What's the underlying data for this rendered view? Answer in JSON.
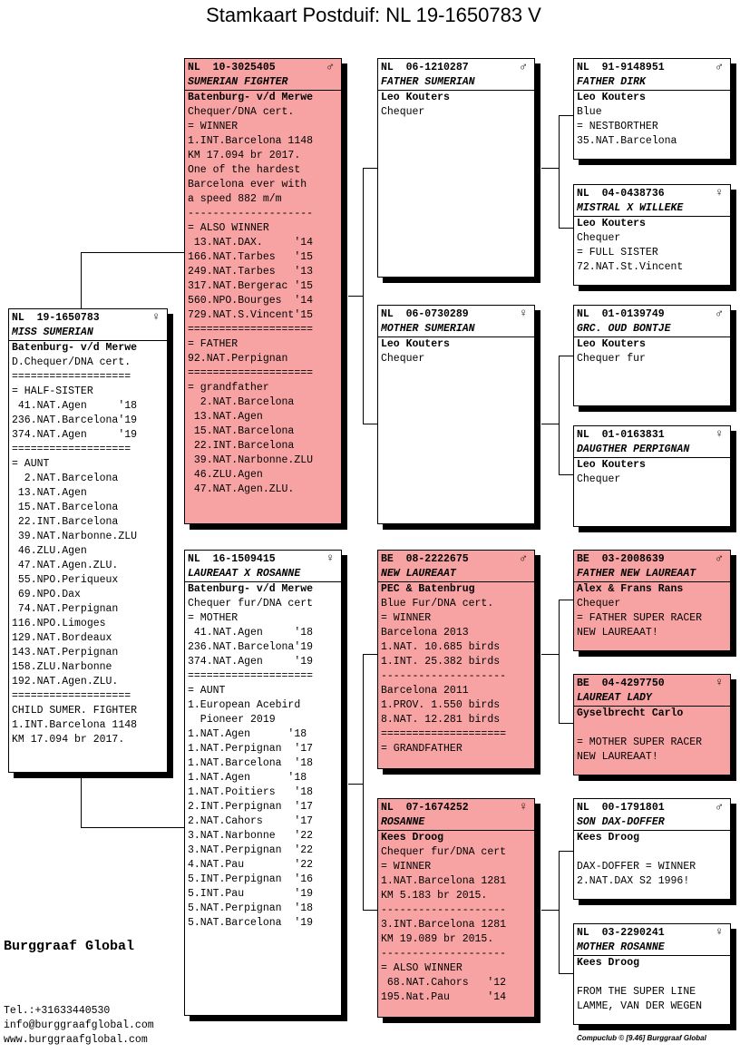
{
  "page": {
    "title": "Stamkaart Postduif: NL  19-1650783 V"
  },
  "pigeons": {
    "subject": {
      "ring": "NL  19-1650783",
      "sex": "♀",
      "name": "MISS SUMERIAN",
      "owner": "Batenburg- v/d Merwe",
      "lines": [
        "D.Chequer/DNA cert.",
        "===================",
        "= HALF-SISTER",
        " 41.NAT.Agen     '18",
        "236.NAT.Barcelona'19",
        "374.NAT.Agen     '19",
        "===================",
        "= AUNT",
        "  2.NAT.Barcelona",
        " 13.NAT.Agen",
        " 15.NAT.Barcelona",
        " 22.INT.Barcelona",
        " 39.NAT.Narbonne.ZLU",
        " 46.ZLU.Agen",
        " 47.NAT.Agen.ZLU.",
        " 55.NPO.Periqueux",
        " 69.NPO.Dax",
        " 74.NAT.Perpignan",
        "116.NPO.Limoges",
        "129.NAT.Bordeaux",
        "143.NAT.Perpignan",
        "158.ZLU.Narbonne",
        "192.NAT.Agen.ZLU.",
        "===================",
        "CHILD SUMER. FIGHTER",
        "1.INT.Barcelona 1148",
        "KM 17.094 br 2017."
      ]
    },
    "father": {
      "ring": "NL  10-3025405",
      "sex": "♂",
      "name": "SUMERIAN FIGHTER",
      "owner": "Batenburg- v/d Merwe",
      "lines": [
        "Chequer/DNA cert.",
        "= WINNER",
        "1.INT.Barcelona 1148",
        "KM 17.094 br 2017.",
        "One of the hardest",
        "Barcelona ever with",
        "a speed 882 m/m",
        "--------------------",
        "= ALSO WINNER",
        " 13.NAT.DAX.     '14",
        "166.NAT.Tarbes   '15",
        "249.NAT.Tarbes   '13",
        "317.NAT.Bergerac '15",
        "560.NPO.Bourges  '14",
        "729.NAT.S.Vincent'15",
        "====================",
        "= FATHER",
        "92.NAT.Perpignan",
        "====================",
        "= grandfather",
        "  2.NAT.Barcelona",
        " 13.NAT.Agen",
        " 15.NAT.Barcelona",
        " 22.INT.Barcelona",
        " 39.NAT.Narbonne.ZLU",
        " 46.ZLU.Agen",
        " 47.NAT.Agen.ZLU."
      ]
    },
    "mother": {
      "ring": "NL  16-1509415",
      "sex": "♀",
      "name": "LAUREAAT X ROSANNE",
      "owner": "Batenburg- v/d Merwe",
      "lines": [
        "Chequer fur/DNA cert",
        "= MOTHER",
        " 41.NAT.Agen     '18",
        "236.NAT.Barcelona'19",
        "374.NAT.Agen     '19",
        "====================",
        "= AUNT",
        "1.European Acebird",
        "  Pioneer 2019",
        "1.NAT.Agen      '18",
        "1.NAT.Perpignan  '17",
        "1.NAT.Barcelona  '18",
        "1.NAT.Agen      '18",
        "1.NAT.Poitiers   '18",
        "2.INT.Perpignan  '17",
        "2.NAT.Cahors     '17",
        "3.NAT.Narbonne   '22",
        "3.NAT.Perpignan  '22",
        "4.NAT.Pau        '22",
        "5.INT.Perpignan  '16",
        "5.INT.Pau        '19",
        "5.NAT.Perpignan  '18",
        "5.NAT.Barcelona  '19"
      ]
    },
    "ff": {
      "ring": "NL  06-1210287",
      "sex": "♂",
      "name": "FATHER SUMERIAN",
      "owner": "Leo Kouters",
      "lines": [
        "Chequer"
      ]
    },
    "fm": {
      "ring": "NL  06-0730289",
      "sex": "♀",
      "name": "MOTHER SUMERIAN",
      "owner": "Leo Kouters",
      "lines": [
        "Chequer"
      ]
    },
    "mf": {
      "ring": "BE  08-2222675",
      "sex": "♂",
      "name": "NEW LAUREAAT",
      "owner": "PEC & Batenbrug",
      "lines": [
        "Blue Fur/DNA cert.",
        "= WINNER",
        "Barcelona 2013",
        "1.NAT. 10.685 birds",
        "1.INT. 25.382 birds",
        "--------------------",
        "Barcelona 2011",
        "1.PROV. 1.550 birds",
        "8.NAT. 12.281 birds",
        "====================",
        "= GRANDFATHER"
      ]
    },
    "mm": {
      "ring": "NL  07-1674252",
      "sex": "♀",
      "name": "ROSANNE",
      "owner": "Kees Droog",
      "lines": [
        "Chequer fur/DNA cert",
        "= WINNER",
        "1.NAT.Barcelona 1281",
        "KM 5.183 br 2015.",
        "--------------------",
        "3.INT.Barcelona 1281",
        "KM 19.089 br 2015.",
        "--------------------",
        "= ALSO WINNER",
        " 68.NAT.Cahors   '12",
        "195.Nat.Pau      '14"
      ]
    },
    "fff": {
      "ring": "NL  91-9148951",
      "sex": "♂",
      "name": "FATHER DIRK",
      "owner": "Leo Kouters",
      "lines": [
        "Blue",
        "= NESTBORTHER",
        "35.NAT.Barcelona"
      ]
    },
    "ffm": {
      "ring": "NL  04-0438736",
      "sex": "♀",
      "name": "MISTRAL X WILLEKE",
      "owner": "Leo Kouters",
      "lines": [
        "Chequer",
        "= FULL SISTER",
        "72.NAT.St.Vincent"
      ]
    },
    "fmf": {
      "ring": "NL  01-0139749",
      "sex": "♂",
      "name": "GRC. OUD BONTJE",
      "owner": "Leo Kouters",
      "lines": [
        "Chequer fur"
      ]
    },
    "fmm": {
      "ring": "NL  01-0163831",
      "sex": "♀",
      "name": "DAUGTHER PERPIGNAN",
      "owner": "Leo Kouters",
      "lines": [
        "Chequer"
      ]
    },
    "mff": {
      "ring": "BE  03-2008639",
      "sex": "♂",
      "name": "FATHER NEW LAUREAAT",
      "owner": "Alex & Frans Rans",
      "lines": [
        "Chequer",
        "= FATHER SUPER RACER",
        "NEW LAUREAAT!"
      ]
    },
    "mfm": {
      "ring": "BE  04-4297750",
      "sex": "♀",
      "name": "LAUREAT LADY",
      "owner": "Gyselbrecht Carlo",
      "lines": [
        "",
        "= MOTHER SUPER RACER",
        "NEW LAUREAAT!"
      ]
    },
    "mmf": {
      "ring": "NL  00-1791801",
      "sex": "♂",
      "name": "SON DAX-DOFFER",
      "owner": "Kees Droog",
      "lines": [
        "",
        "DAX-DOFFER = WINNER",
        "2.NAT.DAX S2 1996!"
      ]
    },
    "mmm": {
      "ring": "NL  03-2290241",
      "sex": "♀",
      "name": "MOTHER ROSANNE",
      "owner": "Kees Droog",
      "lines": [
        "",
        "FROM THE SUPER LINE",
        "LAMME, VAN DER WEGEN"
      ]
    }
  },
  "footer": {
    "brand": "Burggraaf Global",
    "phone": "Tel.:+31633440530",
    "email": "info@burggraafglobal.com",
    "website": "www.burggraafglobal.com",
    "credit": "Compuclub © [9.46]  Burggraaf Global"
  }
}
